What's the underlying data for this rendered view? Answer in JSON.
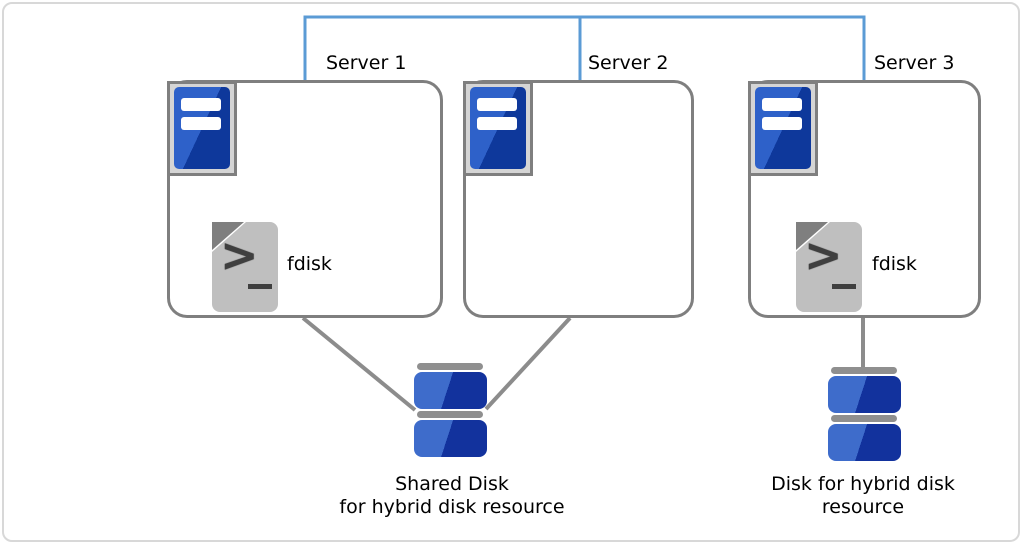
{
  "diagram_type": "cluster-architecture",
  "servers": [
    {
      "label": "Server 1",
      "fdisk_label": "fdisk"
    },
    {
      "label": "Server 2"
    },
    {
      "label": "Server 3",
      "fdisk_label": "fdisk"
    }
  ],
  "disks": [
    {
      "id": "shared-disk",
      "caption_line1": "Shared Disk",
      "caption_line2": "for hybrid disk resource"
    },
    {
      "id": "hybrid-disk",
      "caption_line1": "Disk for hybrid disk",
      "caption_line2": "resource"
    }
  ],
  "icons": {
    "server": "server-tower-icon",
    "fdisk": "terminal-document-icon",
    "disk": "stacked-disk-icon"
  },
  "colors": {
    "network_line": "#5B9BD5",
    "connector_line": "#8C8C8C",
    "box_border": "#7F7F7F",
    "server_icon_frame": "#D5D5D5",
    "server_icon_blue": "#2E61C9",
    "server_icon_blue_dark": "#0E389B",
    "disk_blue_light": "#3E6CCB",
    "disk_blue_dark": "#12329D",
    "disk_cap_gray": "#8F8F8F",
    "document_body_gray": "#BFBFBF",
    "document_fold_gray": "#7F7F7F",
    "text": "#000000",
    "page_border": "#D8D8D8"
  }
}
